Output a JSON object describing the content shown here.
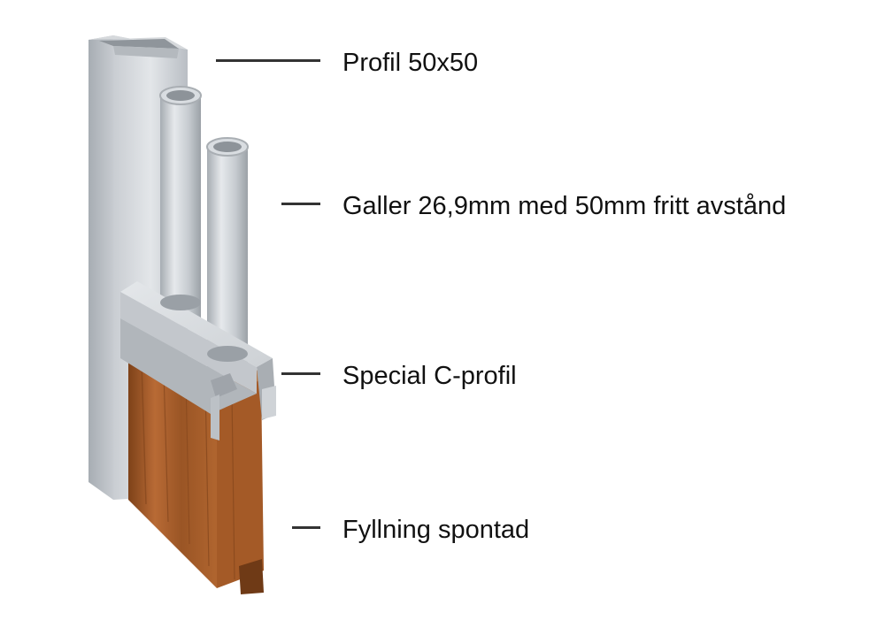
{
  "callouts": [
    {
      "text": "Profil 50x50"
    },
    {
      "text": "Galler 26,9mm med 50mm fritt avstånd"
    },
    {
      "text": "Special C-profil"
    },
    {
      "text": "Fyllning spontad"
    }
  ],
  "colors": {
    "steel_light": "#dfe2e5",
    "steel_mid": "#c2c6cb",
    "steel_dark": "#9aa0a6",
    "wood_light": "#b86a35",
    "wood_dark": "#7e4219",
    "leader_line": "#333333"
  },
  "components": [
    {
      "icon": "square-tube-post-icon"
    },
    {
      "icon": "round-baluster-icon"
    },
    {
      "icon": "c-profile-rail-icon"
    },
    {
      "icon": "tongue-groove-wood-panel-icon"
    }
  ]
}
